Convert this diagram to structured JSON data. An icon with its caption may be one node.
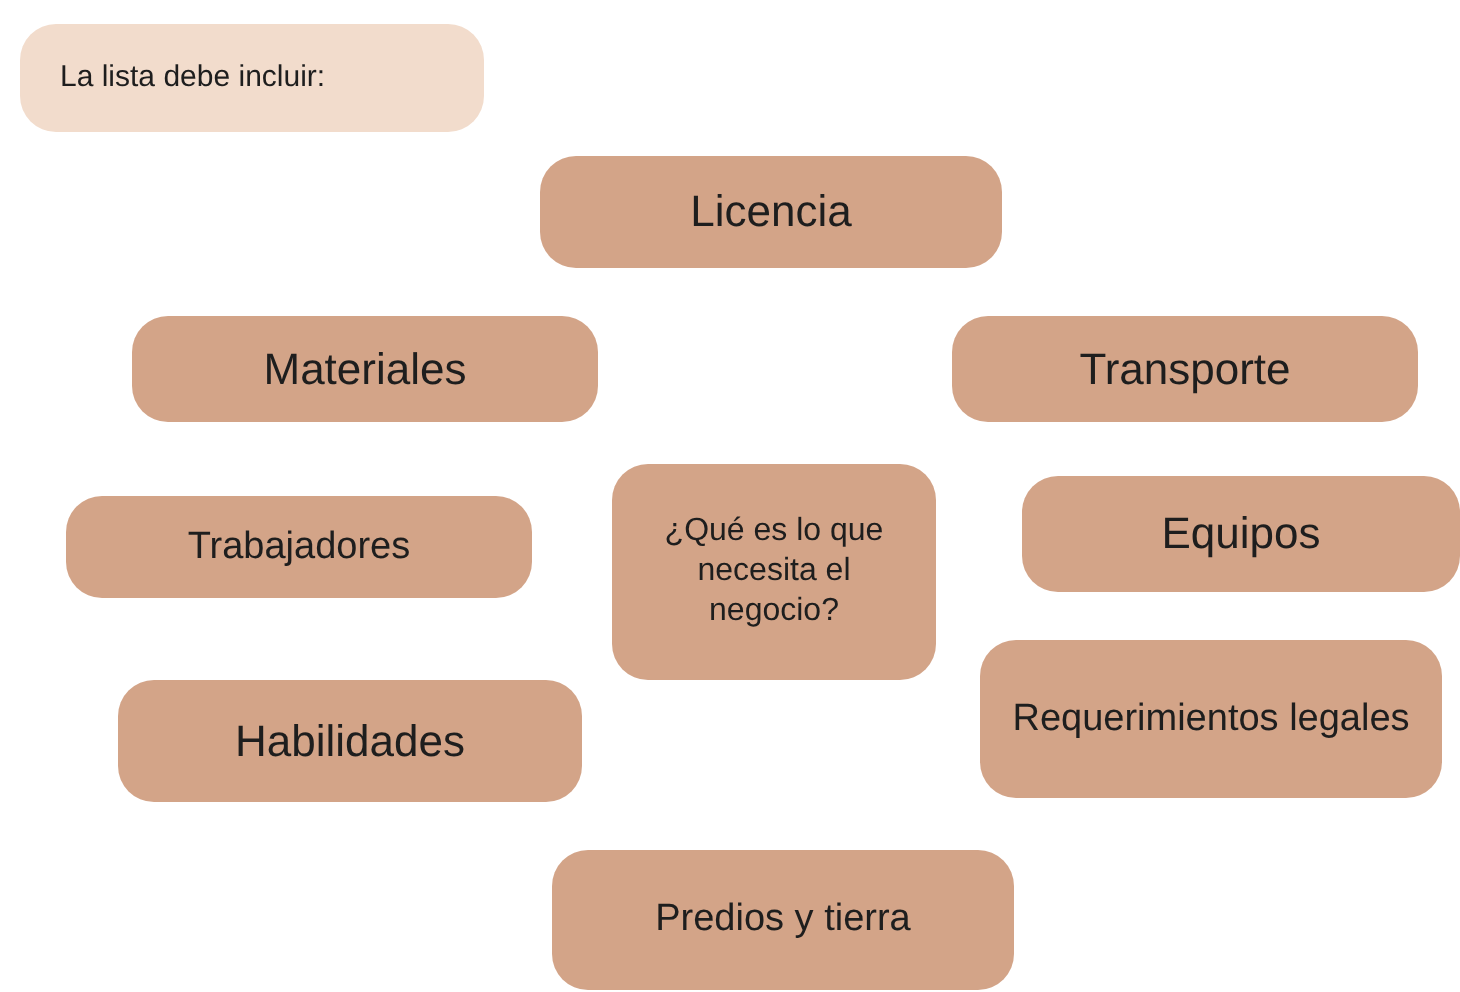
{
  "diagram": {
    "nodes": [
      {
        "text": [
          "La lista debe incluir:"
        ]
      },
      {
        "text": [
          "Licencia"
        ]
      },
      {
        "text": [
          "Materiales"
        ]
      },
      {
        "text": [
          "Transporte"
        ]
      },
      {
        "text": [
          "Trabajadores"
        ]
      },
      {
        "text": [
          "¿Qué es lo que necesita el negocio?"
        ]
      },
      {
        "text": [
          "Equipos"
        ]
      },
      {
        "text": [
          "Habilidades"
        ]
      },
      {
        "text": [
          "Requerimientos legales"
        ]
      },
      {
        "text": [
          "Predios y tierra"
        ]
      }
    ]
  }
}
